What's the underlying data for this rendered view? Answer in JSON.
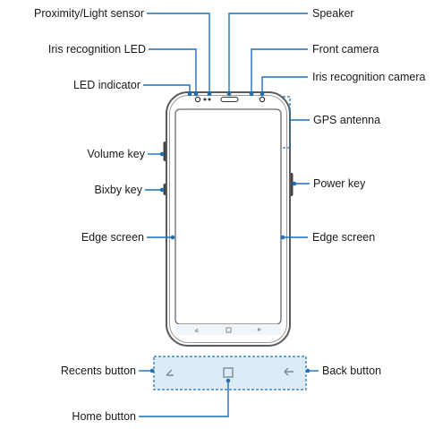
{
  "labels": {
    "proximity_light_sensor": "Proximity/Light sensor",
    "iris_recognition_led": "Iris recognition LED",
    "led_indicator": "LED indicator",
    "volume_key": "Volume key",
    "bixby_key": "Bixby key",
    "edge_screen_left": "Edge screen",
    "recents_button": "Recents button",
    "home_button": "Home button",
    "speaker": "Speaker",
    "front_camera": "Front camera",
    "iris_recognition_camera": "Iris recognition camera",
    "gps_antenna": "GPS antenna",
    "power_key": "Power key",
    "edge_screen_right": "Edge screen",
    "back_button": "Back button"
  },
  "colors": {
    "callout": "#1f6fb5",
    "phone_outline": "#5a5a5a",
    "nav_bar_fill": "#dcecf7",
    "text": "#1a1a1a"
  }
}
